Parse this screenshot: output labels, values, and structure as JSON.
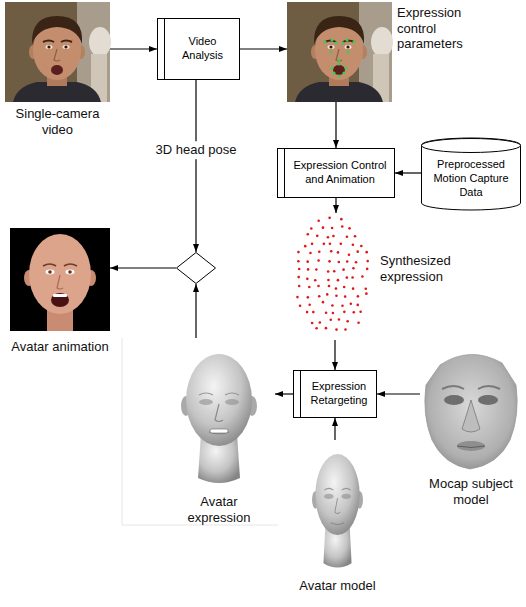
{
  "diagram": {
    "nodes": [
      {
        "text": [
          "Single-camera video"
        ]
      },
      {
        "text": [
          "Video Analysis"
        ]
      },
      {
        "text": [
          "Expression control parameters"
        ]
      },
      {
        "text": [
          "Expression Control and Animation"
        ]
      },
      {
        "text": [
          "Preprocessed Motion Capture Data"
        ]
      },
      {
        "text": [
          "Avatar animation"
        ]
      },
      {
        "text": []
      },
      {
        "text": [
          "Synthesized expression"
        ]
      },
      {
        "text": [
          "Avatar expression"
        ]
      },
      {
        "text": [
          "Expression Retargeting"
        ]
      },
      {
        "text": [
          "Mocap subject model"
        ]
      },
      {
        "text": [
          "Avatar model"
        ]
      }
    ],
    "edges": [
      {
        "from": 0,
        "to": 1,
        "arrow": "to"
      },
      {
        "from": 1,
        "to": 2,
        "arrow": "to"
      },
      {
        "from": 1,
        "to": 6,
        "label": "3D head pose",
        "arrow": "to"
      },
      {
        "from": 2,
        "to": 3,
        "arrow": "to"
      },
      {
        "from": 4,
        "to": 3,
        "arrow": "to"
      },
      {
        "from": 3,
        "to": 7,
        "arrow": "to"
      },
      {
        "from": 7,
        "to": 9,
        "arrow": "to"
      },
      {
        "from": 10,
        "to": 9,
        "arrow": "to"
      },
      {
        "from": 11,
        "to": 9,
        "arrow": "to"
      },
      {
        "from": 9,
        "to": 8,
        "arrow": "to"
      },
      {
        "from": 8,
        "to": 6,
        "arrow": "to"
      },
      {
        "from": 6,
        "to": 5,
        "arrow": "to"
      }
    ]
  }
}
